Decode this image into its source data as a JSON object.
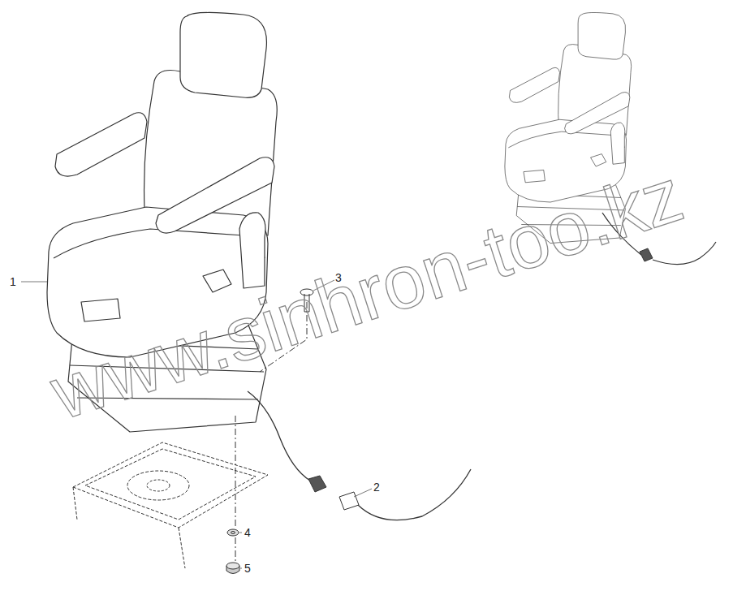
{
  "diagram": {
    "labels": [
      "1",
      "2",
      "3",
      "4",
      "5",
      "www.sinhron-too.kz"
    ]
  }
}
